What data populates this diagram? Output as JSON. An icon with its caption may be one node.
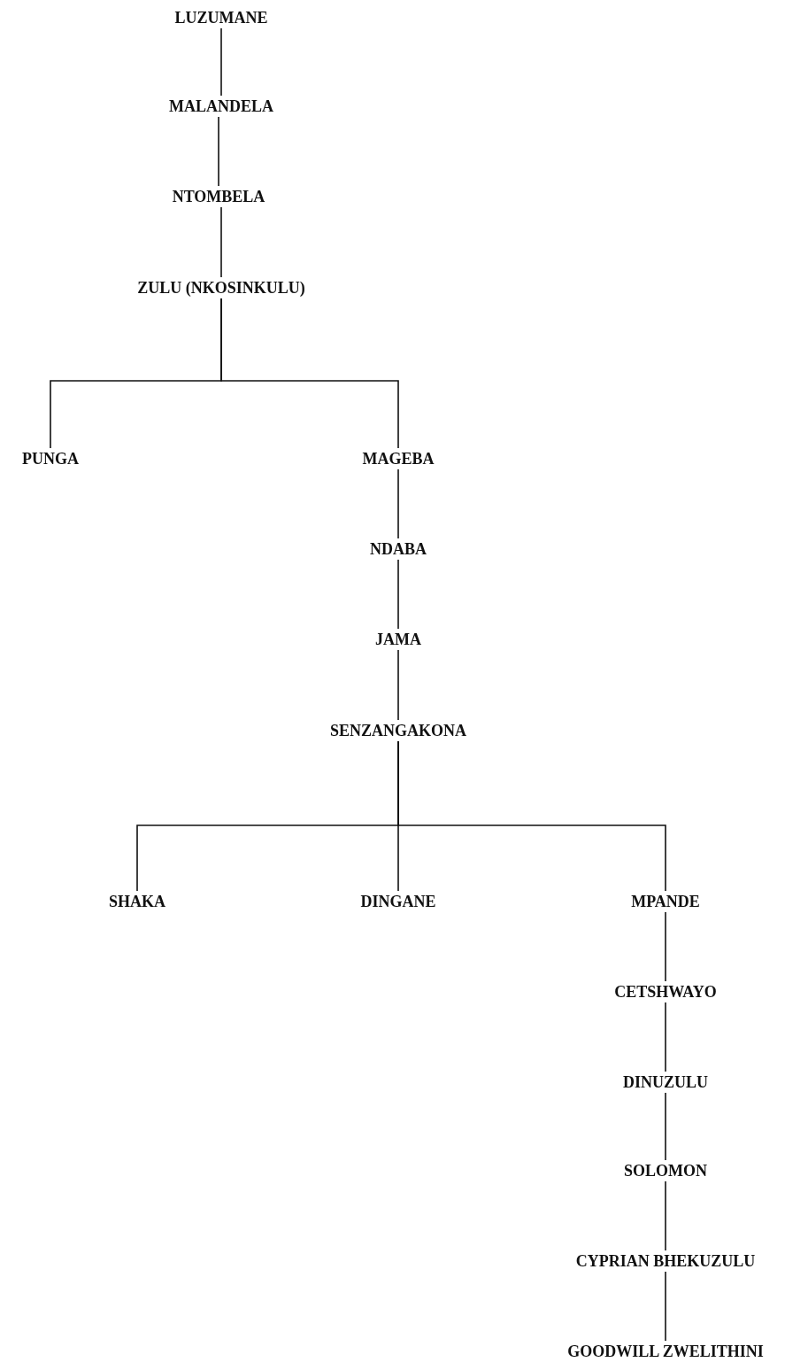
{
  "diagram": {
    "nodes": [
      {
        "text": [
          "LUZUMANE"
        ]
      },
      {
        "text": [
          "MALANDELA"
        ]
      },
      {
        "text": [
          "NTOMBELA"
        ]
      },
      {
        "text": [
          "ZULU (NKOSINKULU)"
        ]
      },
      {
        "text": [
          "PUNGA"
        ]
      },
      {
        "text": [
          "MAGEBA"
        ]
      },
      {
        "text": [
          "NDABA"
        ]
      },
      {
        "text": [
          "JAMA"
        ]
      },
      {
        "text": [
          "SENZANGAKONA"
        ]
      },
      {
        "text": [
          "SHAKA"
        ]
      },
      {
        "text": [
          "DINGANE"
        ]
      },
      {
        "text": [
          "MPANDE"
        ]
      },
      {
        "text": [
          "CETSHWAYO"
        ]
      },
      {
        "text": [
          "DINUZULU"
        ]
      },
      {
        "text": [
          "SOLOMON"
        ]
      },
      {
        "text": [
          "CYPRIAN BHEKUZULU"
        ]
      },
      {
        "text": [
          "GOODWILL ZWELITHINI"
        ]
      }
    ],
    "edges": [
      {
        "from": 0,
        "to": 1,
        "arrow": "none"
      },
      {
        "from": 1,
        "to": 2,
        "arrow": "none"
      },
      {
        "from": 2,
        "to": 3,
        "arrow": "none"
      },
      {
        "from": 3,
        "to": 4,
        "arrow": "none"
      },
      {
        "from": 3,
        "to": 5,
        "arrow": "none"
      },
      {
        "from": 5,
        "to": 6,
        "arrow": "none"
      },
      {
        "from": 6,
        "to": 7,
        "arrow": "none"
      },
      {
        "from": 7,
        "to": 8,
        "arrow": "none"
      },
      {
        "from": 8,
        "to": 9,
        "arrow": "none"
      },
      {
        "from": 8,
        "to": 10,
        "arrow": "none"
      },
      {
        "from": 8,
        "to": 11,
        "arrow": "none"
      },
      {
        "from": 11,
        "to": 12,
        "arrow": "none"
      },
      {
        "from": 12,
        "to": 13,
        "arrow": "none"
      },
      {
        "from": 13,
        "to": 14,
        "arrow": "none"
      },
      {
        "from": 14,
        "to": 15,
        "arrow": "none"
      },
      {
        "from": 15,
        "to": 16,
        "arrow": "none"
      }
    ]
  }
}
